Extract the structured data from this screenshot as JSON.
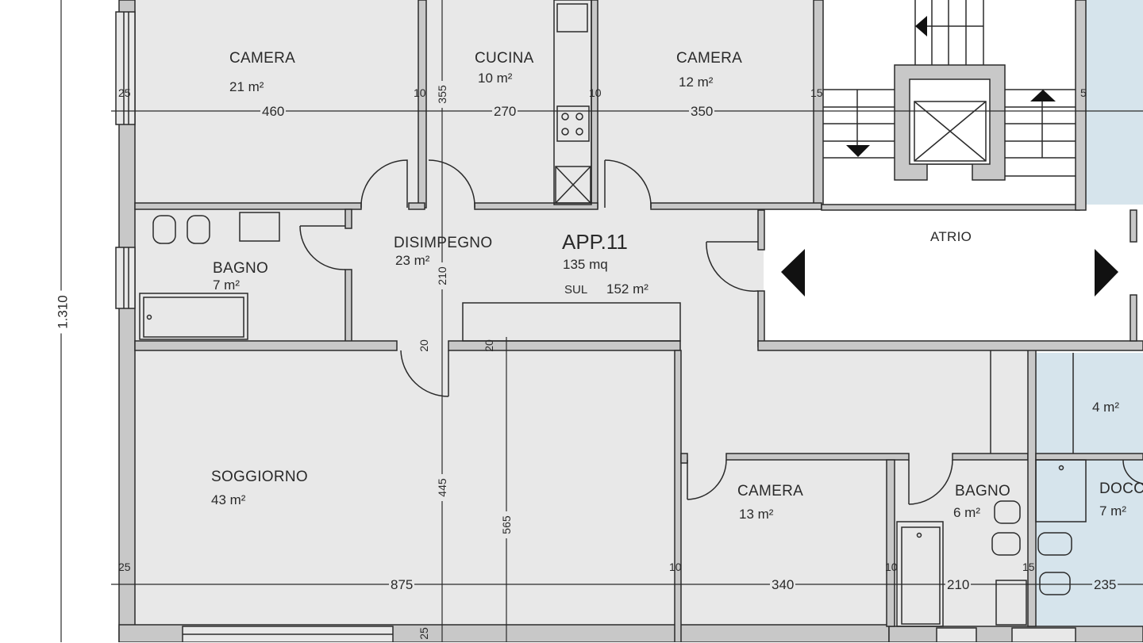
{
  "plan": {
    "colors": {
      "floor": "#e8e8e8",
      "wall_fill": "#c8c8c8",
      "wall_line": "#2a2a2a",
      "common_area": "#ffffff",
      "neighbor_unit": "#d6e4ec",
      "text": "#2a2a2a"
    },
    "apartment": {
      "name": "APP.11",
      "net_area": "135 mq",
      "sul_label": "SUL",
      "sul_value": "152 m²"
    },
    "rooms": [
      {
        "name": "CAMERA",
        "area": "21 m²"
      },
      {
        "name": "CUCINA",
        "area": "10 m²"
      },
      {
        "name": "CAMERA",
        "area": "12 m²"
      },
      {
        "name": "BAGNO",
        "area": "7 m²"
      },
      {
        "name": "DISIMPEGNO",
        "area": "23 m²"
      },
      {
        "name": "SOGGIORNO",
        "area": "43 m²"
      },
      {
        "name": "CAMERA",
        "area": "13 m²"
      },
      {
        "name": "BAGNO",
        "area": "6 m²"
      },
      {
        "name": "ATRIO",
        "area": ""
      },
      {
        "name": "DOCCIA",
        "area": "7 m²"
      },
      {
        "name": "",
        "area": "4 m²"
      }
    ],
    "dimensions": {
      "overall_height": "1.310",
      "top_row": [
        "25",
        "460",
        "10",
        "270",
        "10",
        "350",
        "15",
        "5"
      ],
      "bottom_row": [
        "25",
        "875",
        "10",
        "340",
        "10",
        "210",
        "15",
        "235"
      ],
      "vertical": [
        "355",
        "210",
        "445",
        "565",
        "20",
        "20",
        "25"
      ]
    }
  }
}
